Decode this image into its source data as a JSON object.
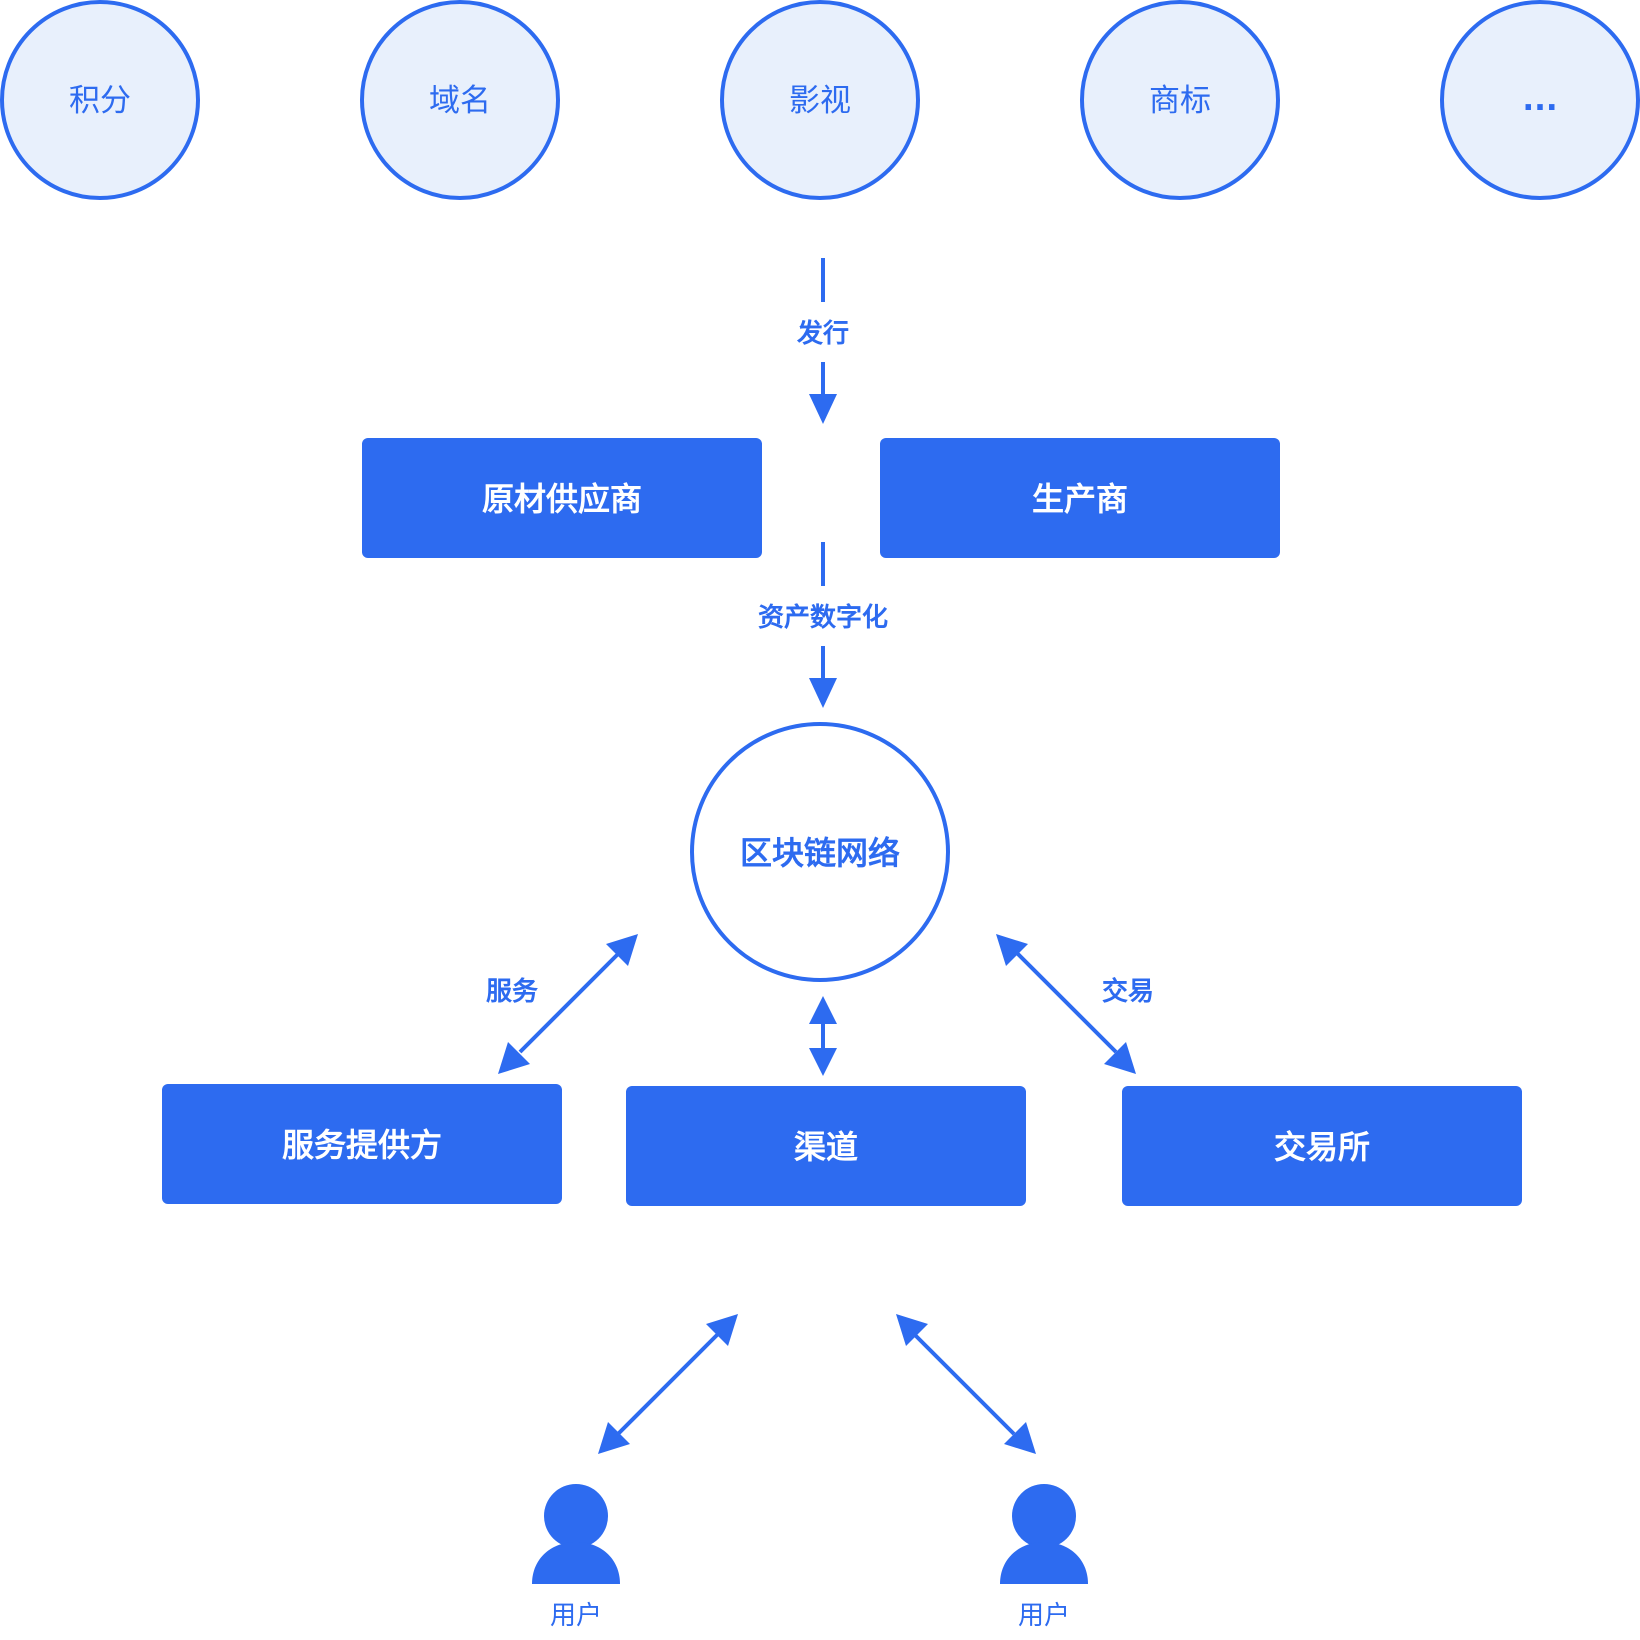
{
  "assets": [
    {
      "label": "积分"
    },
    {
      "label": "域名"
    },
    {
      "label": "影视"
    },
    {
      "label": "商标"
    },
    {
      "label": "..."
    }
  ],
  "edges": {
    "issue": "发行",
    "digitize": "资产数字化",
    "service": "服务",
    "trade": "交易"
  },
  "producers": {
    "raw_supplier": "原材供应商",
    "manufacturer": "生产商"
  },
  "hub": {
    "label": "区块链网络"
  },
  "participants": {
    "service_provider": "服务提供方",
    "channel": "渠道",
    "exchange": "交易所"
  },
  "users": [
    {
      "label": "用户"
    },
    {
      "label": "用户"
    }
  ],
  "colors": {
    "accent": "#2d6bf0",
    "asset_fill": "#e8f0fc",
    "box_text": "#ffffff"
  }
}
